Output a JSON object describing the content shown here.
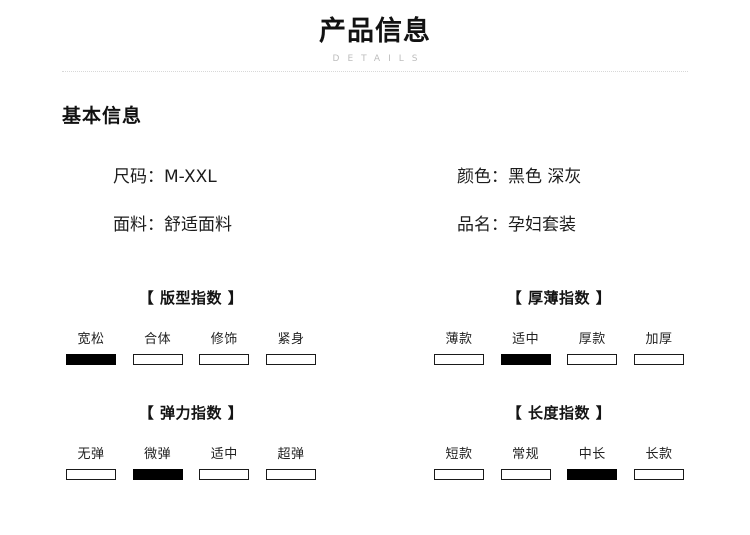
{
  "header": {
    "title": "产品信息",
    "subtitle": "DETAILS"
  },
  "basic_info": {
    "heading": "基本信息",
    "rows": [
      {
        "label": "尺码：",
        "value": "M-XXL"
      },
      {
        "label": "颜色：",
        "value": "黑色  深灰"
      },
      {
        "label": "面料：",
        "value": "舒适面料"
      },
      {
        "label": "品名：",
        "value": "孕妇套装"
      }
    ]
  },
  "index_groups": [
    {
      "title": "【 版型指数 】",
      "options": [
        {
          "label": "宽松",
          "selected": true
        },
        {
          "label": "合体",
          "selected": false
        },
        {
          "label": "修饰",
          "selected": false
        },
        {
          "label": "紧身",
          "selected": false
        }
      ]
    },
    {
      "title": "【 厚薄指数 】",
      "options": [
        {
          "label": "薄款",
          "selected": false
        },
        {
          "label": "适中",
          "selected": true
        },
        {
          "label": "厚款",
          "selected": false
        },
        {
          "label": "加厚",
          "selected": false
        }
      ]
    },
    {
      "title": "【 弹力指数 】",
      "options": [
        {
          "label": "无弹",
          "selected": false
        },
        {
          "label": "微弹",
          "selected": true
        },
        {
          "label": "适中",
          "selected": false
        },
        {
          "label": "超弹",
          "selected": false
        }
      ]
    },
    {
      "title": "【 长度指数 】",
      "options": [
        {
          "label": "短款",
          "selected": false
        },
        {
          "label": "常规",
          "selected": false
        },
        {
          "label": "中长",
          "selected": true
        },
        {
          "label": "长款",
          "selected": false
        }
      ]
    }
  ],
  "colors": {
    "text": "#1a1a1a",
    "subtitle": "#bdbdbd",
    "divider": "#d8d8d8",
    "selected_bar": "#000000"
  }
}
